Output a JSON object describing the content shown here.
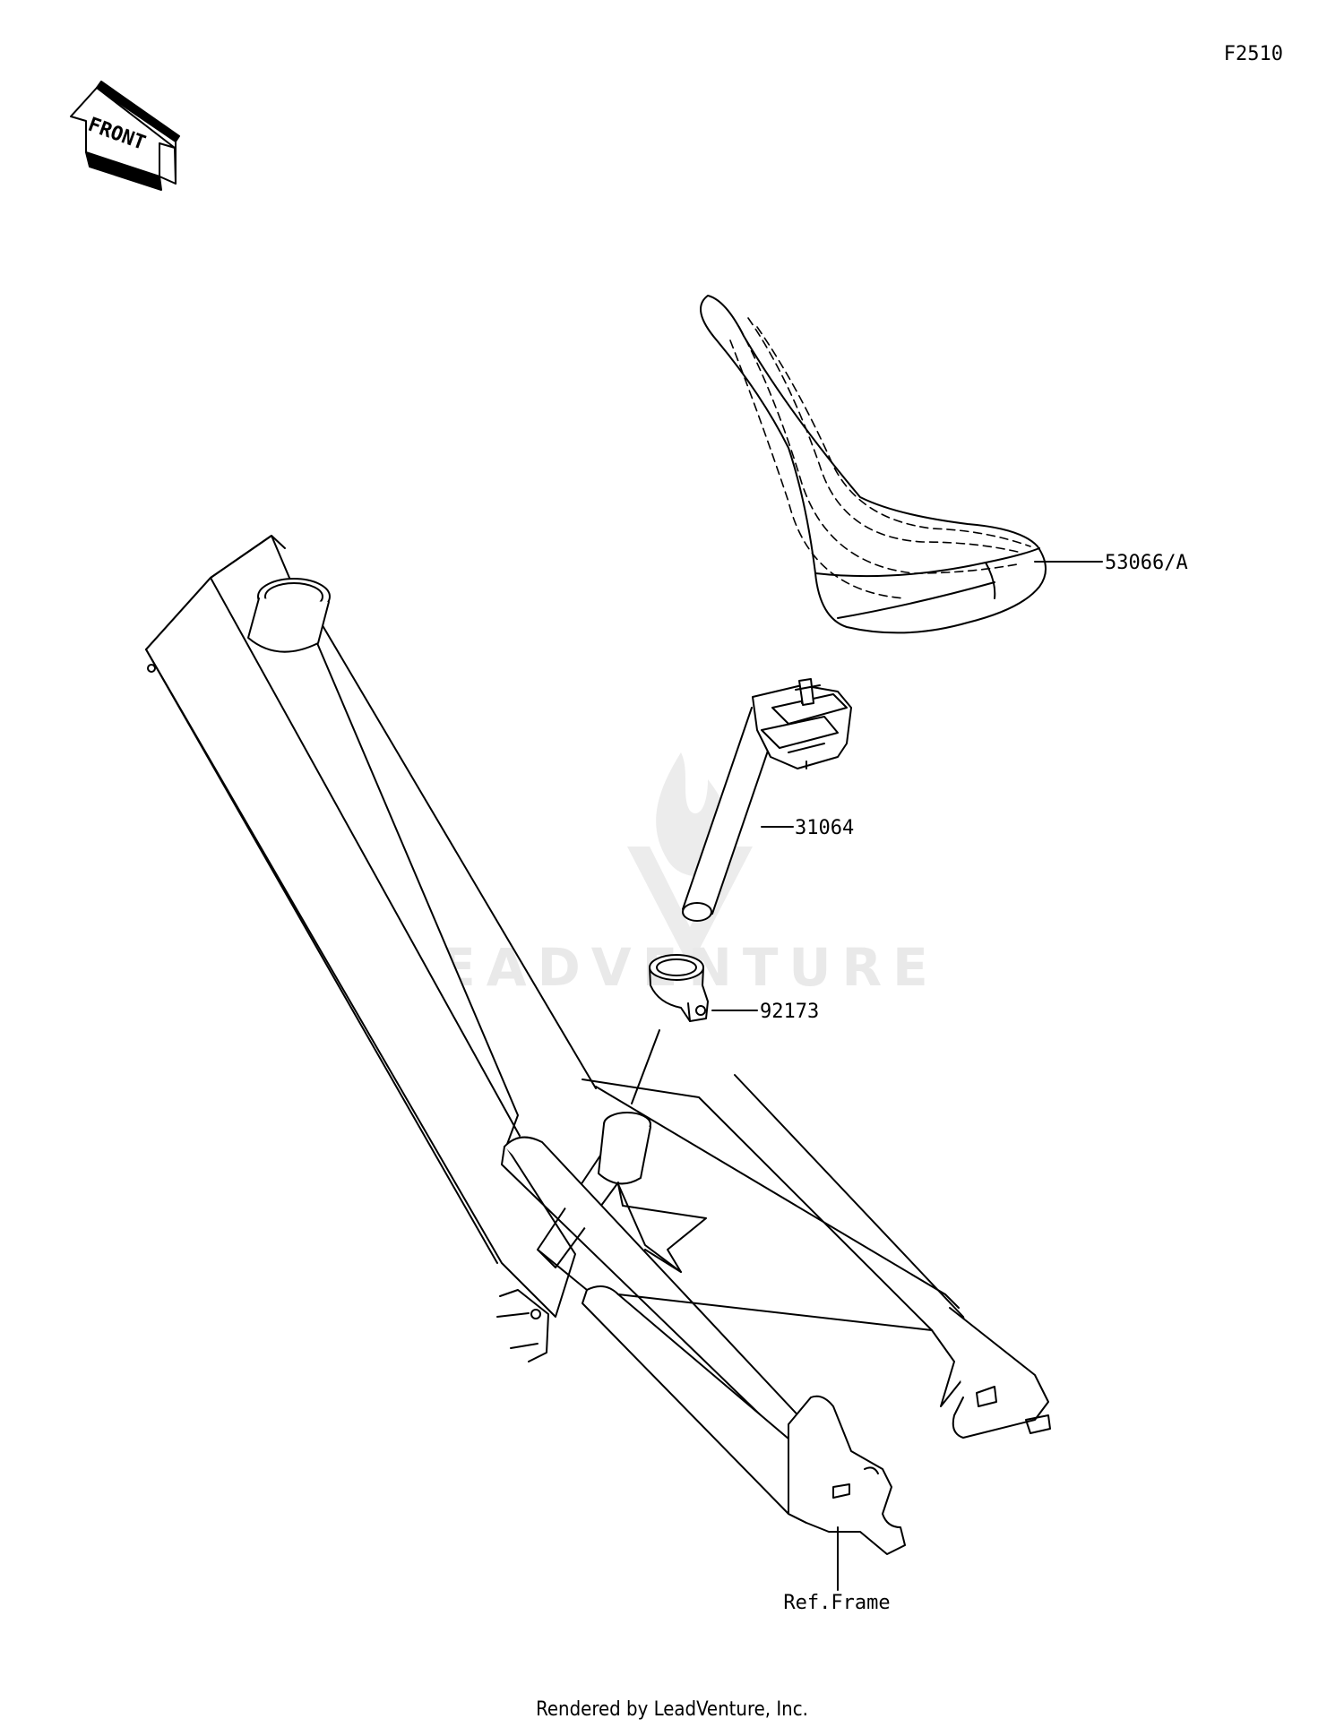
{
  "figure_id": "F2510",
  "front_label": "FRONT",
  "watermark": "LEADVENTURE",
  "callouts": [
    {
      "id": "seat",
      "label": "53066/A"
    },
    {
      "id": "seat-post",
      "label": "31064"
    },
    {
      "id": "seat-clamp",
      "label": "92173"
    },
    {
      "id": "frame",
      "label": "Ref.Frame"
    }
  ],
  "footer": "Rendered by LeadVenture, Inc."
}
